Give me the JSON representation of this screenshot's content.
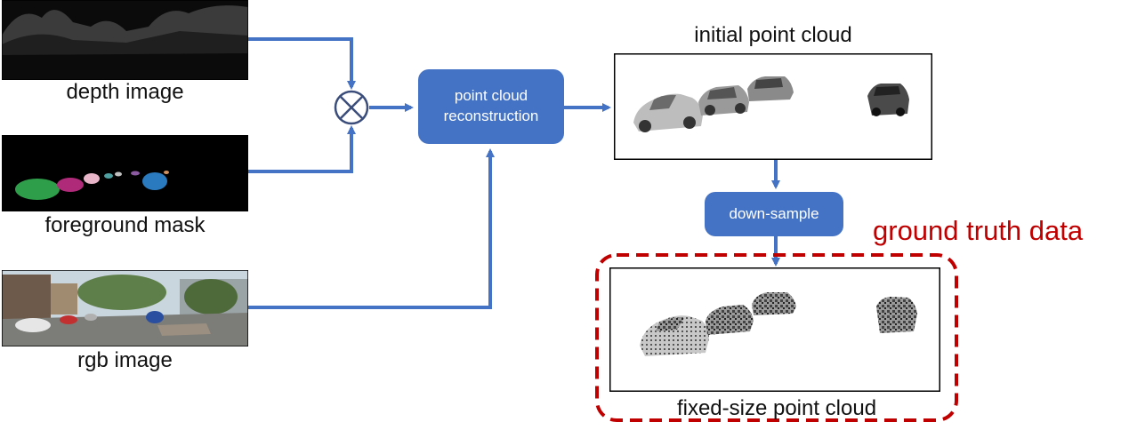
{
  "inputs": {
    "depth": {
      "caption": "depth image"
    },
    "mask": {
      "caption": "foreground mask"
    },
    "rgb": {
      "caption": "rgb image"
    }
  },
  "operator": {
    "symbol": "⊗"
  },
  "process": {
    "reconstruction": {
      "label": "point cloud reconstruction"
    },
    "downsample": {
      "label": "down-sample"
    }
  },
  "outputs": {
    "initial": {
      "caption": "initial point cloud"
    },
    "fixed": {
      "caption": "fixed-size point cloud"
    }
  },
  "ground_truth": {
    "label": "ground truth data"
  },
  "colors": {
    "accent": "#4472C4",
    "highlight": "#C00000"
  }
}
